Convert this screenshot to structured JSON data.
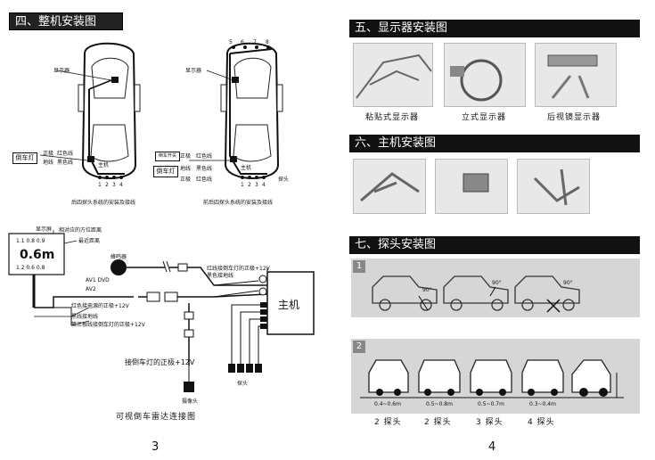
{
  "left": {
    "section_title": "四、整机安装图",
    "diagram1": {
      "display_label": "显示器",
      "reverse_light": "倒车灯",
      "pos_red": "正极",
      "red_wire": "红色线",
      "neg_black": "地线",
      "black_wire": "黑色线",
      "host": "主机",
      "probe_numbers": [
        "1",
        "2",
        "3",
        "4"
      ],
      "caption": "后四探头系统的安装及接线"
    },
    "diagram2": {
      "display_label": "显示器",
      "top_numbers": [
        "5",
        "6",
        "7",
        "8"
      ],
      "reverse_light": "倒车灯",
      "tail_switch": "倒车开关",
      "pos": "正极",
      "red_wire": "红色线",
      "ground": "地线",
      "black_wire": "黑色线",
      "host": "主机",
      "probe": "探头",
      "probe_numbers": [
        "1",
        "2",
        "3",
        "4"
      ],
      "caption": "前后四探头系统的安装及接线"
    },
    "wiring": {
      "display_screen": "显示屏",
      "relative_dir": "相对应的方位距离",
      "nearest": "最近距离",
      "top_digits": "1.1  0.8  0.9",
      "reading": "0.6m",
      "bottom_digits": "1.2  0.6  0.8",
      "buzzer": "蜂鸣器",
      "red_to_reverse": "红线接倒车灯的正极+12V",
      "black_ground": "黑色接地线",
      "av1": "AV1 DVD",
      "av2": "AV2",
      "red_power": "红色接电源的正极+12V",
      "black_wire_ground": "黑线接地线",
      "third_wire": "第三根线接倒车灯的正极+12V",
      "reverse_pos": "接倒车灯的正极+12V",
      "host": "主机",
      "probe": "探头",
      "camera": "摄像头",
      "caption": "可视倒车雷达连接图"
    },
    "page_number": "3"
  },
  "right": {
    "section5": {
      "title": "五、显示器安装图",
      "captions": [
        "粘贴式显示器",
        "立式显示器",
        "后视镜显示器"
      ]
    },
    "section6": {
      "title": "六、主机安装图"
    },
    "section7": {
      "title": "七、探头安装图",
      "band1_number": "1",
      "angles": [
        "90°",
        "90°",
        "90°"
      ],
      "band2_number": "2",
      "distances": [
        "0.4~0.6m",
        "0.5~0.8m",
        "0.5~0.7m",
        "0.3~0.4m"
      ],
      "probe_counts": [
        "2 探头",
        "2 探头",
        "3 探头",
        "4 探头"
      ]
    },
    "page_number": "4"
  }
}
